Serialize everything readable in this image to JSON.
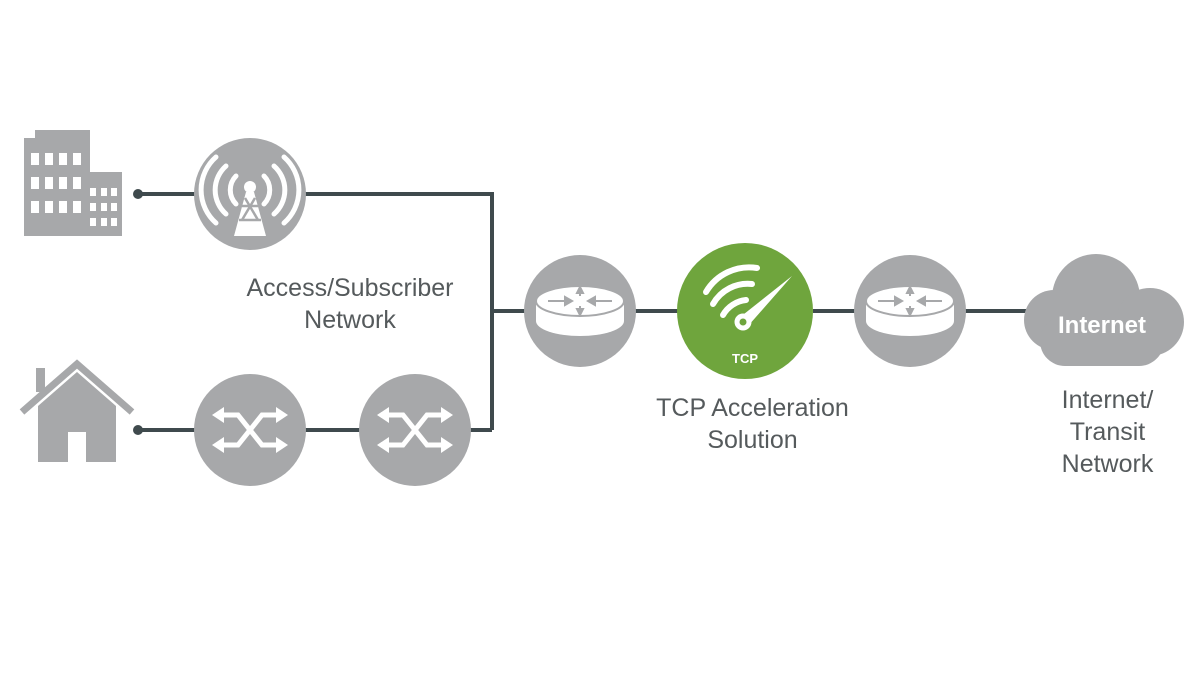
{
  "colors": {
    "icon_gray": "#a7a8aa",
    "line": "#3f4a4d",
    "accent_green": "#6fa53d",
    "text": "#555a5c",
    "white": "#ffffff"
  },
  "nodes": {
    "building": {
      "icon": "office-building-icon"
    },
    "house": {
      "icon": "house-icon"
    },
    "wireless_tower": {
      "icon": "radio-tower-icon"
    },
    "switch_1": {
      "icon": "switch-icon"
    },
    "switch_2": {
      "icon": "switch-icon"
    },
    "router_left": {
      "icon": "router-icon"
    },
    "tcp_solution": {
      "icon": "speedometer-icon",
      "badge": "TCP"
    },
    "router_right": {
      "icon": "router-icon"
    },
    "cloud": {
      "icon": "cloud-icon",
      "label": "Internet"
    }
  },
  "labels": {
    "access_network": [
      "Access/Subscriber",
      "Network"
    ],
    "tcp_solution": [
      "TCP Acceleration",
      "Solution"
    ],
    "internet_network": [
      "Internet/",
      "Transit",
      "Network"
    ]
  }
}
